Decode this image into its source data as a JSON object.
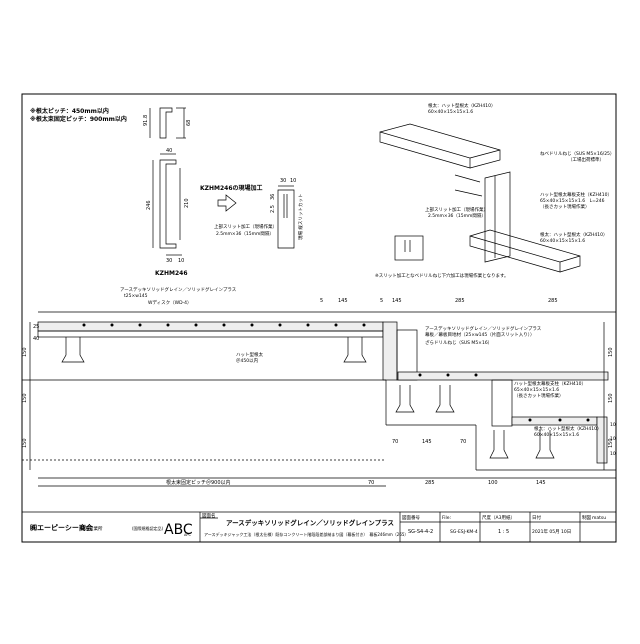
{
  "notes": {
    "line1": "※根太ピッチ：450mm以内",
    "line2": "※根太束固定ピッチ：900mm以内"
  },
  "profile_small": {
    "dim_h": "91.8",
    "dim_w": "68"
  },
  "profile_main": {
    "label": "KZHM246",
    "dim_top": "40",
    "dim_side": "246",
    "dim_inner": "210",
    "dim_b1": "30",
    "dim_b2": "10"
  },
  "processing": {
    "title": "KZHM246の現場加工",
    "dim_t1": "30",
    "dim_t2": "10",
    "dim_36": "36",
    "dim_25": "2.5",
    "slit_label1": "上部スリット加工（現場作業）",
    "slit_label2": "2.5mm×36（15mm間隔）",
    "side_label": "現場 縦スリットカット"
  },
  "iso": {
    "label1": "根太：ハット型根太（KZH410）",
    "label1b": "60×40×15×15×1.6",
    "label2": "ねべドリルねじ（SUS M5×16/25）",
    "label2b": "（工場出荷標準）",
    "label3": "ハット型根太幕板支柱（KZH410）",
    "label3b": "65×40×15×15×1.6　L=246",
    "label3c": "（長さカット現場作業）",
    "label4": "上部スリット加工（現場作業）",
    "label4b": "2.5mm×36（15mm間隔）",
    "label5": "根太：ハット型根太（KZH410）",
    "label5b": "60×40×15×15×1.6",
    "note": "※スリット加工となべドリルねじ下穴加工は現場作業となります。"
  },
  "section": {
    "deck_label1": "アースデッキソリッドグレイン／ソリッドグレインプラス",
    "deck_label2": "t25×w145",
    "disk_label": "Wディスク（WD-4）",
    "hat_label": "ハット型根太",
    "hat_label2": "＠450以内",
    "right_label1": "アースデッキソリッドグレイン／ソリッドグレインプラス",
    "right_label2": "幕板／幕板目地材（25×w145（片面スリット入り））",
    "screw_label": "ざらドリルねじ（SUS M5×16）",
    "post_label1": "ハット型根太幕板支柱（KZH410）",
    "post_label2": "65×40×15×15×1.6",
    "post_label3": "（長さカット現場作業）",
    "joist_label1": "根太：ハット型根太（KZH410）",
    "joist_label2": "60×40×15×15×1.6",
    "pitch_label": "根太束固定ピッチ＠900以内",
    "dims": {
      "d5a": "5",
      "d145a": "145",
      "d5b": "5",
      "d145b": "145",
      "d285a": "285",
      "d285b": "285",
      "dl25": "25",
      "dl40": "40",
      "dl150a": "150",
      "dl150b": "150",
      "dl150c": "150",
      "dr150a": "150",
      "dr150b": "150",
      "dr150c": "150",
      "db70a": "70",
      "db145a": "145",
      "db70b": "70",
      "db70c": "70",
      "db285": "285",
      "db100": "100",
      "db145b": "145",
      "dsm10a": "10",
      "dsm10b": "10",
      "dsm10c": "10"
    }
  },
  "titleblock": {
    "company": "㈱エーピーシー商会",
    "company_sub": "横浜営業所",
    "logo_sub": "(国際規格認定品)",
    "logo": "ABC",
    "logo_small": "APC",
    "drawing_name_label": "図面名",
    "drawing_name": "アースデッキソリッドグレイン／ソリッドグレインプラス",
    "drawing_desc": "アースデッキジャック工法（根太仕様）既存コンクリート階段段差部納まり図（幕板付き）　幕板246mm（265）",
    "drawing_no_label": "図面番号",
    "drawing_no": "SG-S4-4-2",
    "file_label": "File:",
    "file_value": "SG-ESJ-KM-4",
    "scale_label": "尺度（A3用紙）",
    "scale_value": "1 : 5",
    "date_label": "日付",
    "date_value": "2021年 05月 10日",
    "author_label": "制図",
    "author_value": "matsu"
  }
}
